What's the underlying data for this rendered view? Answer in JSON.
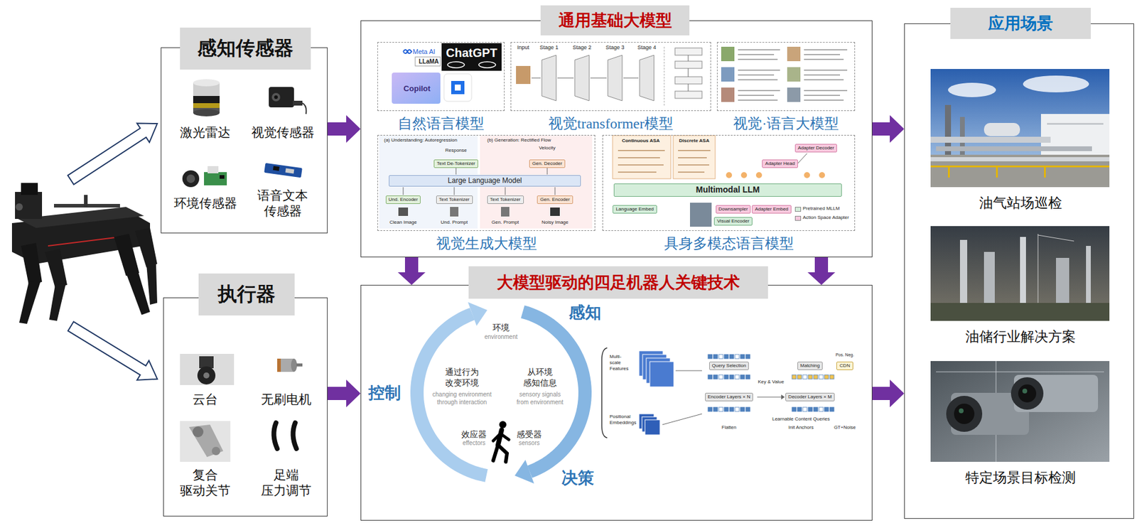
{
  "diagram": {
    "nodes": [
      {
        "text": [
          "感知传感器"
        ]
      },
      {
        "text": [
          "执行器"
        ]
      },
      {
        "text": [
          "通用基础大模型"
        ]
      },
      {
        "text": [
          "自然语言模型"
        ],
        "in": 2
      },
      {
        "text": [
          "视觉transformer模型"
        ],
        "in": 2
      },
      {
        "text": [
          "视觉·语言大模型"
        ],
        "in": 2
      },
      {
        "text": [
          "视觉生成大模型"
        ],
        "in": 2
      },
      {
        "text": [
          "具身多模态语言模型"
        ],
        "in": 2
      },
      {
        "text": [
          "大模型驱动的四足机器人关键技术"
        ]
      },
      {
        "text": [
          "应用场景"
        ]
      },
      {
        "text": [
          "油气站场巡检"
        ],
        "in": 9
      },
      {
        "text": [
          "油储行业解决方案"
        ],
        "in": 9
      },
      {
        "text": [
          "特定场景目标检测"
        ],
        "in": 9
      }
    ],
    "edges": [
      {
        "from": 0,
        "to": 2,
        "arrow": "to"
      },
      {
        "from": 1,
        "to": 8,
        "arrow": "to"
      },
      {
        "from": 2,
        "to": 8,
        "arrow": "to"
      },
      {
        "from": 2,
        "to": 8,
        "arrow": "to"
      },
      {
        "from": 2,
        "to": 9,
        "arrow": "to"
      },
      {
        "from": 8,
        "to": 9,
        "arrow": "to"
      }
    ],
    "labels": [
      "激光雷达",
      "视觉传感器",
      "环境传感器",
      "语音文本 传感器",
      "云台",
      "无刷电机",
      "复合 驱动关节",
      "足端 压力调节",
      "Meta AI",
      "ChatGPT",
      "LLaMA",
      "Copilot",
      "Input",
      "Stage 1",
      "Stage 2",
      "Stage 3",
      "Stage 4",
      "(a) Understanding: Autoregression",
      "(b) Generation: Rectified Flow",
      "Response",
      "Text De-Tokenizer",
      "Velocity",
      "Gen. Decoder",
      "Large Language Model",
      "Und. Encoder",
      "Text Tokenizer",
      "Text Tokenizer",
      "Gen. Encoder",
      "Clean Image",
      "Und. Prompt",
      "Gen. Prompt",
      "Noisy Image",
      "Continuous ASA",
      "Discrete ASA",
      "Adapter Decoder",
      "Adapter Head",
      "Multimodal LLM",
      "Language Embed",
      "Downsampler",
      "Adapter Embed",
      "Visual Encoder",
      "感知",
      "控制",
      "决策",
      "环境",
      "environment",
      "通过行为 改变环境",
      "changing environment through interaction",
      "从环境 感知信息",
      "sensory signals from environment",
      "效应器",
      "effectors",
      "感受器",
      "sensors",
      "Multi-scale Features",
      "Positional Embeddings",
      "Query Selection",
      "Encoder Layers × N",
      "Flatten",
      "Matching",
      "Pos. Neg.",
      "CDN",
      "Key & Value",
      "Decoder Layers × M",
      "Learnable Content Queries",
      "Init Anchors",
      "GT+Noise"
    ],
    "legend": [
      {
        "text": "Pretrained MLLM",
        "color": "#d5eedb"
      },
      {
        "text": "Action Space Adapter",
        "color": "#f8c9de"
      }
    ]
  }
}
